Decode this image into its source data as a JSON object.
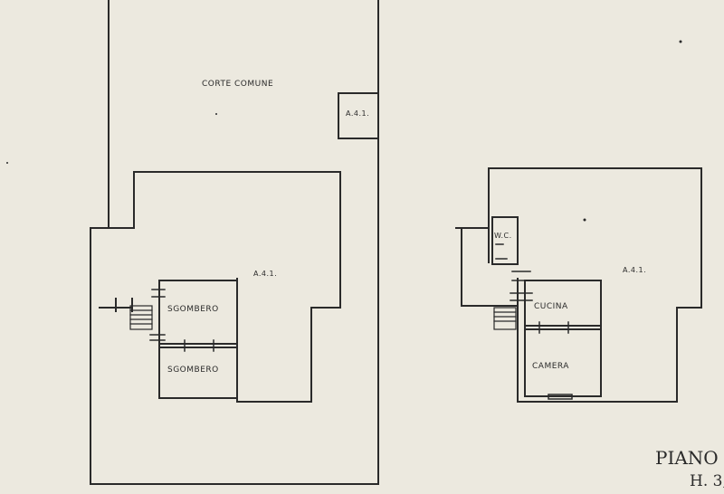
{
  "left_plan": {
    "courtyard_label": "CORTE COMUNE",
    "aux_label_top": "A.4.1.",
    "aux_label_main": "A.4.1.",
    "storage_1_label": "SGOMBERO",
    "storage_2_label": "SGOMBERO"
  },
  "right_plan": {
    "wc_label": "W.C.",
    "aux_label": "A.4.1.",
    "kitchen_label": "CUCINA",
    "bedroom_label": "CAMERA"
  },
  "title_block": {
    "floor_label": "PIANO",
    "height_label": "H. 3,"
  },
  "colors": {
    "paper": "#ece9df",
    "ink": "#2a2a2a"
  }
}
